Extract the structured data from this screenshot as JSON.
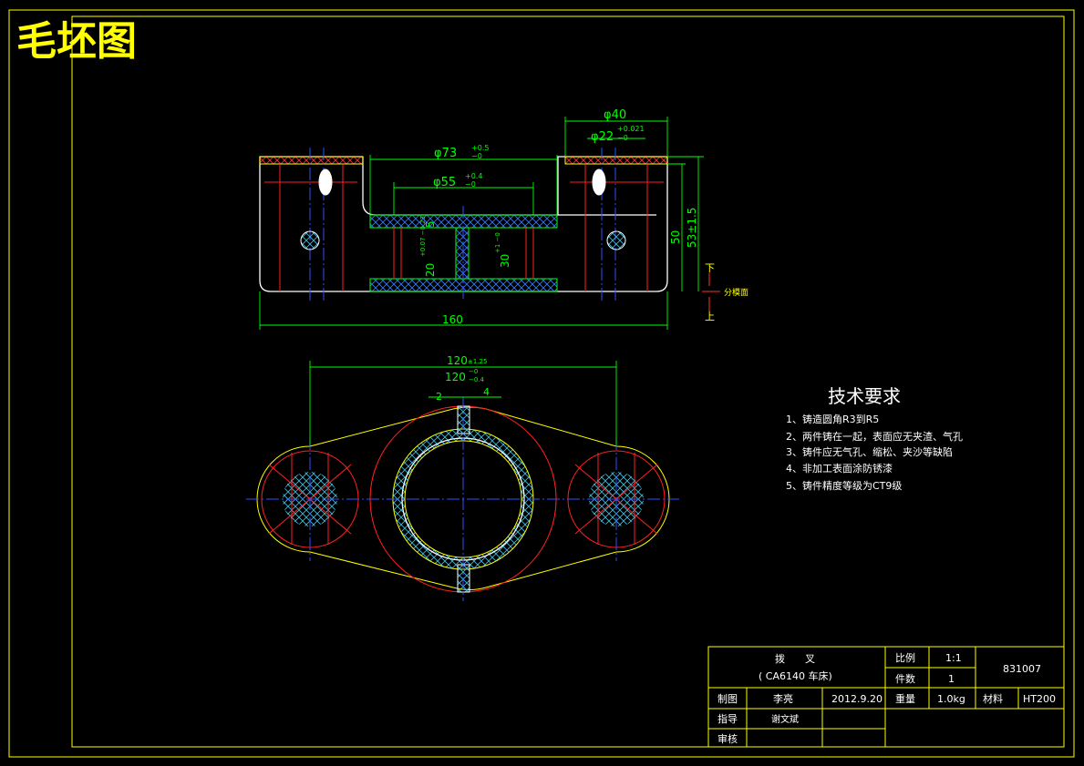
{
  "title": "毛坯图",
  "dims_top": {
    "d40": "φ40",
    "d22": "φ22",
    "d22_tol_up": "+0.021",
    "d22_tol_lo": "−0",
    "d73": "φ73",
    "d73_tol_up": "+0.5",
    "d73_tol_lo": "−0",
    "d55": "φ55",
    "d55_tol_up": "+0.4",
    "d55_tol_lo": "−0",
    "v5": "5",
    "v20": "20",
    "v20_tol": "+0.07 −0.23",
    "v30": "30",
    "v30_tol": "+1 −0",
    "v50": "50",
    "v53": "53±1.5",
    "len160": "160",
    "down": "下",
    "up": "上",
    "parting": "分模面"
  },
  "dims_bottom": {
    "d120": "120",
    "d120_tol": "±1.25",
    "d120b": "120",
    "d120b_tol_up": "−0",
    "d120b_tol_lo": "−0.4",
    "p2": "2",
    "p4": "4"
  },
  "tech": {
    "heading": "技术要求",
    "items": [
      "1、铸造圆角R3到R5",
      "2、两件铸在一起，表面应无夹渣、气孔",
      "3、铸件应无气孔、缩松、夹沙等缺陷",
      "4、非加工表面涂防锈漆",
      "5、铸件精度等级为CT9级"
    ]
  },
  "titleblock": {
    "part_name": "拨　　叉",
    "part_sub": "( CA6140 车床)",
    "scale_label": "比例",
    "scale_value": "1:1",
    "count_label": "件数",
    "count_value": "1",
    "code": "831007",
    "drawn_label": "制图",
    "drawn_name": "李亮",
    "date": "2012.9.20",
    "weight_label": "重量",
    "weight_value": "1.0kg",
    "material_label": "材料",
    "material_value": "HT200",
    "guide_label": "指导",
    "guide_name": "谢文斌",
    "review_label": "审核"
  },
  "colors": {
    "border": "#ffff00",
    "dimension": "#00ff00",
    "centerline": "#3050ff",
    "section": "#ff2020",
    "text": "#ffffff"
  }
}
